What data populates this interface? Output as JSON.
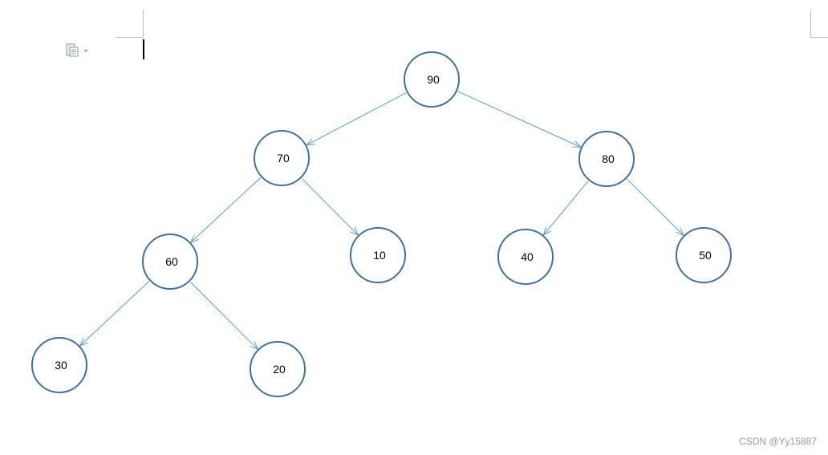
{
  "diagram": {
    "type": "binary-tree",
    "node_stroke": "#41719c",
    "edge_stroke": "#5b9bd5",
    "nodes": [
      {
        "id": "n90",
        "label": "90"
      },
      {
        "id": "n70",
        "label": "70"
      },
      {
        "id": "n80",
        "label": "80"
      },
      {
        "id": "n60",
        "label": "60"
      },
      {
        "id": "n10",
        "label": "10"
      },
      {
        "id": "n40",
        "label": "40"
      },
      {
        "id": "n50",
        "label": "50"
      },
      {
        "id": "n30",
        "label": "30"
      },
      {
        "id": "n20",
        "label": "20"
      }
    ],
    "edges": [
      {
        "from": "n90",
        "to": "n70"
      },
      {
        "from": "n90",
        "to": "n80"
      },
      {
        "from": "n70",
        "to": "n60"
      },
      {
        "from": "n70",
        "to": "n10"
      },
      {
        "from": "n80",
        "to": "n40"
      },
      {
        "from": "n80",
        "to": "n50"
      },
      {
        "from": "n60",
        "to": "n30"
      },
      {
        "from": "n60",
        "to": "n20"
      }
    ]
  },
  "editor": {
    "paste_icon": "clipboard-paste-icon",
    "dropdown_icon": "caret-down-icon"
  },
  "watermark": "CSDN @Yy15887"
}
